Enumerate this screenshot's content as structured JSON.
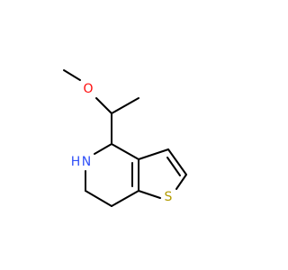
{
  "molecule": {
    "atoms": {
      "oxygen": {
        "label": "O",
        "color": "#ff0d0d"
      },
      "nitrogen": {
        "label": "N",
        "color": "#3050f8"
      },
      "nitrogen_h": {
        "label": "H",
        "color": "#3050f8"
      },
      "sulfur": {
        "label": "S",
        "color": "#b29b00"
      }
    }
  }
}
